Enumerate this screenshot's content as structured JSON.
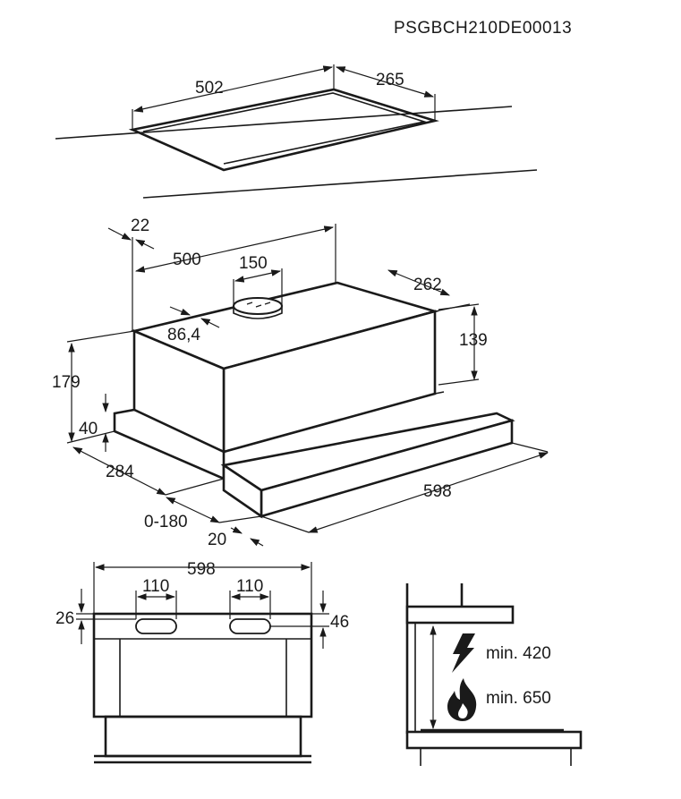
{
  "document_code": "PSGBCH210DE00013",
  "cutout": {
    "width": "502",
    "depth": "265"
  },
  "hood": {
    "offset_back": "22",
    "length": "500",
    "outlet_diameter": "150",
    "outlet_offset": "86,4",
    "depth": "262",
    "body_height": "139",
    "total_height": "179",
    "front_height": "40",
    "body_depth": "284",
    "extension": "0-180",
    "front_thickness": "20",
    "width": "598"
  },
  "front_view": {
    "width": "598",
    "slot_left": "110",
    "slot_right": "110",
    "slot_top": "26",
    "slot_height": "46"
  },
  "clearance": {
    "electric_label": "min. 420",
    "gas_label": "min. 650",
    "electric_icon": "lightning-icon",
    "gas_icon": "flame-icon"
  }
}
